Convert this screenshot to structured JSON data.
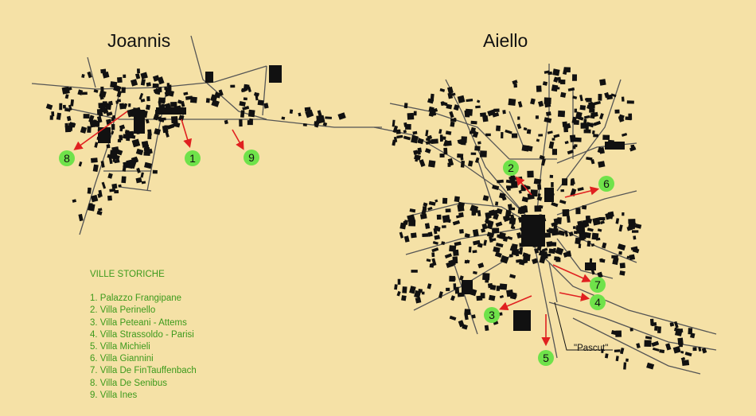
{
  "towns": {
    "joannis": "Joannis",
    "aiello": "Aiello"
  },
  "legend": {
    "title": "VILLE STORICHE",
    "items": [
      "1. Palazzo Frangipane",
      "2. Villa Perinello",
      "3. Villa Peteani - Attems",
      "4. Villa Strassoldo - Parisi",
      "5. Villa Michieli",
      "6. Villa Giannini",
      "7. Villa De FinTauffenbach",
      "8. Villa De Senibus",
      "9. Villa Ines"
    ]
  },
  "markers": [
    "8",
    "1",
    "9",
    "2",
    "6",
    "7",
    "4",
    "3",
    "5"
  ],
  "annotation": "\"Pascut\"",
  "colors": {
    "background": "#f5e1a6",
    "marker_fill": "#6fe24a",
    "arrow": "#e02020",
    "legend_text": "#3c9a1c",
    "buildings": "#111111"
  }
}
